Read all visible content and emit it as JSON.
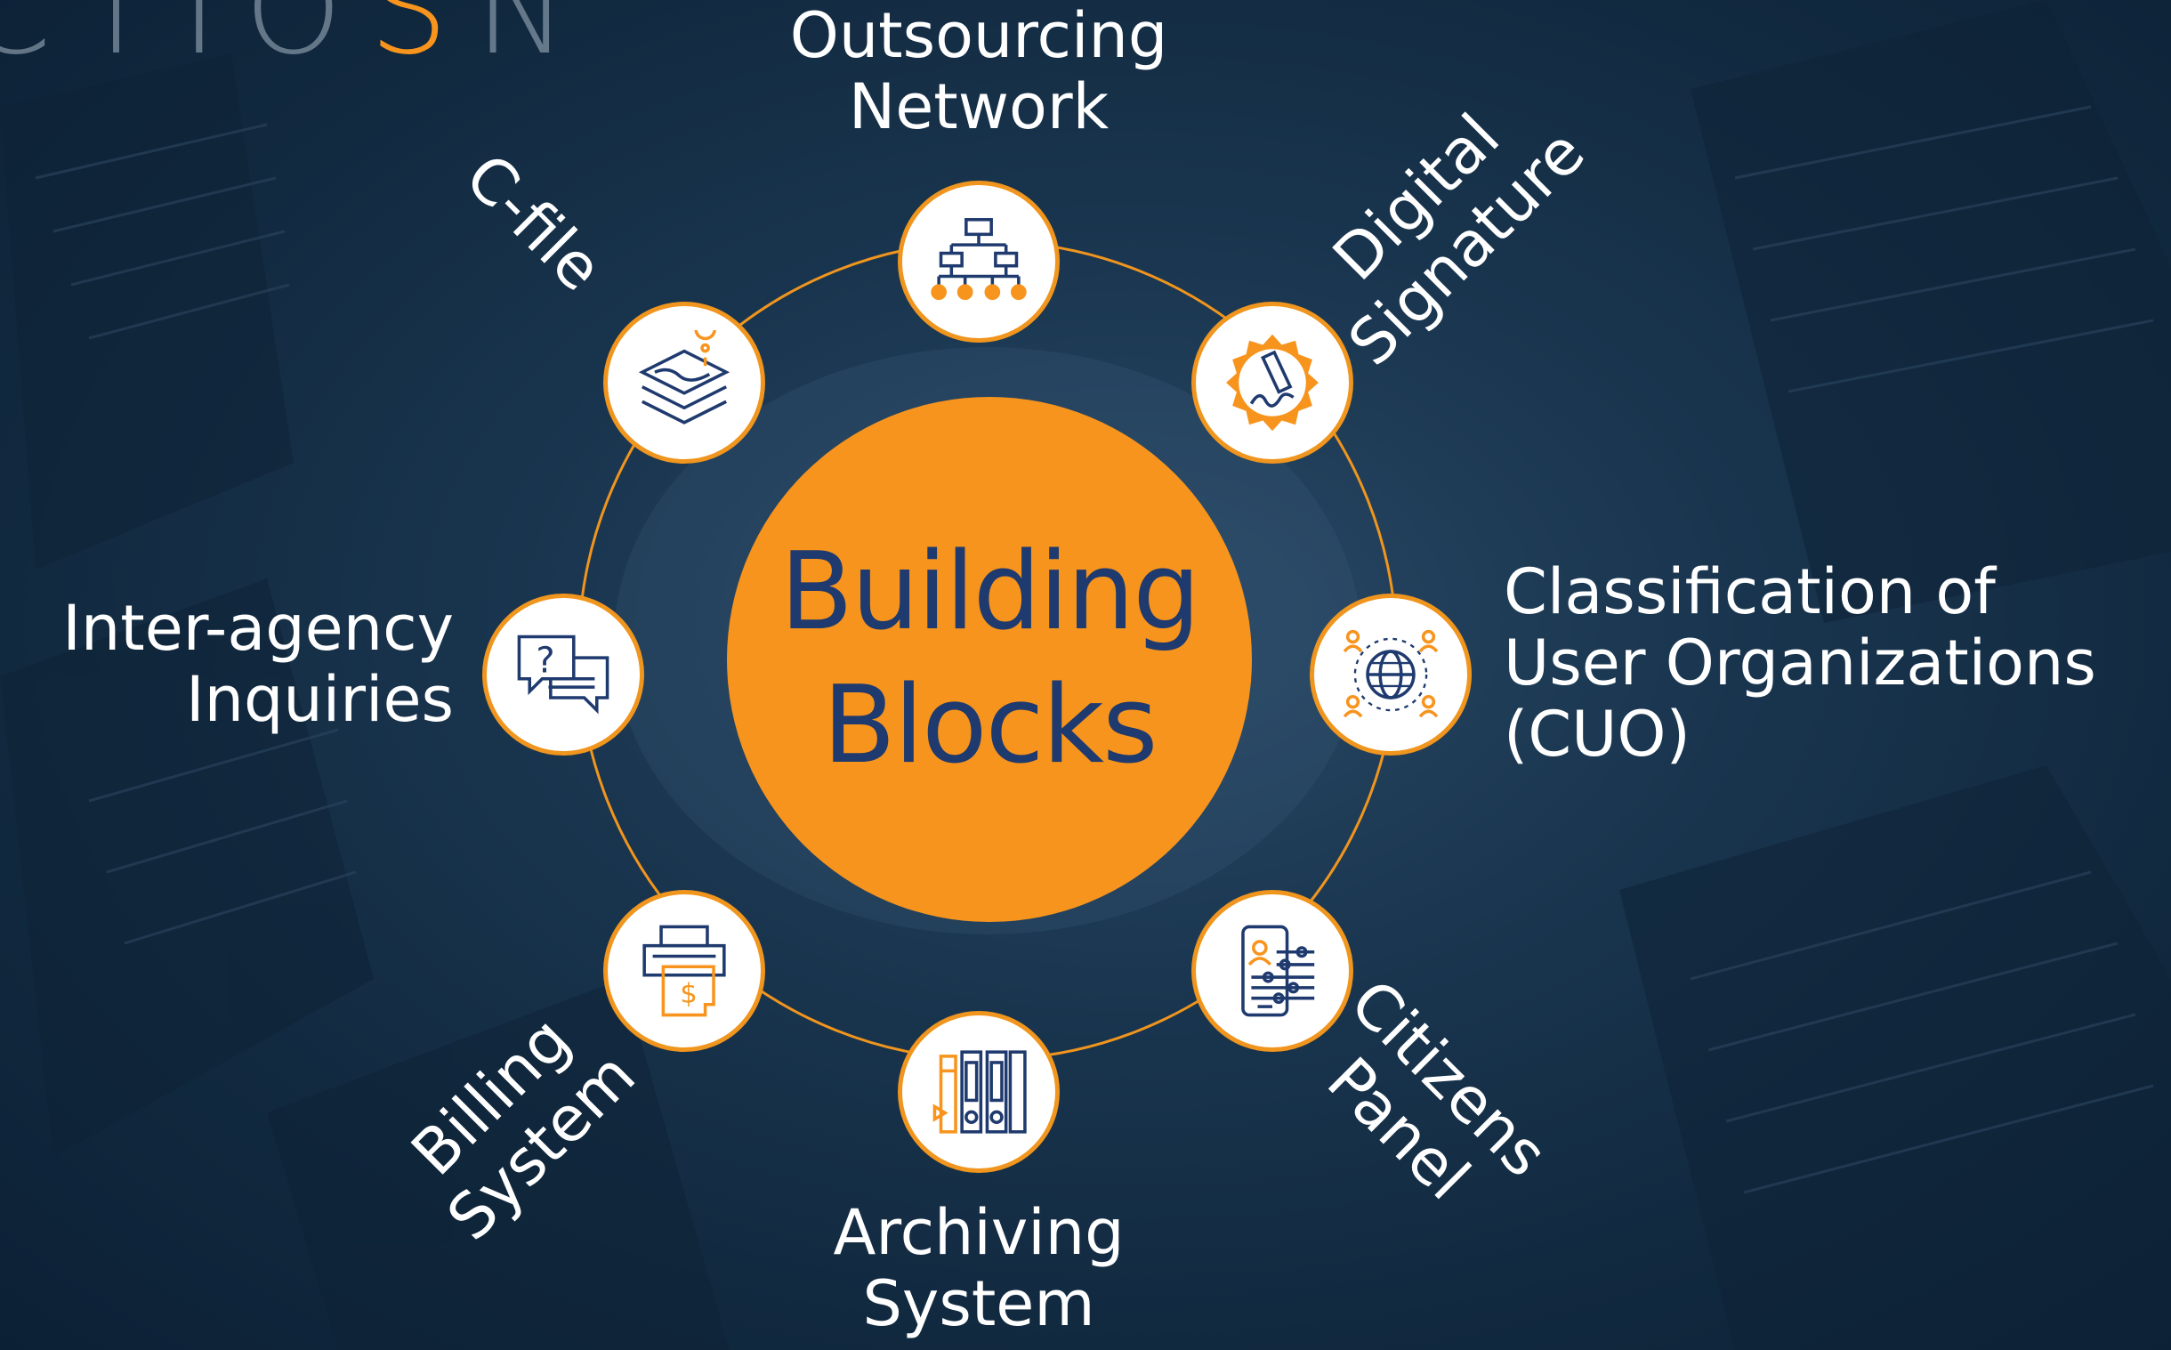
{
  "brand": {
    "text_left": "CTIO",
    "text_accent": "S",
    "text_right": "N"
  },
  "hub": {
    "line1": "Building",
    "line2": "Blocks"
  },
  "colors": {
    "accent": "#f7941d",
    "navy": "#1f3a6e",
    "background": "#12293f"
  },
  "blocks": [
    {
      "id": "outsourcing",
      "icon": "org-chart-icon",
      "line1": "Outsourcing",
      "line2": "Network"
    },
    {
      "id": "digital",
      "icon": "pen-seal-icon",
      "line1": "Digital",
      "line2": "Signature"
    },
    {
      "id": "cuo",
      "icon": "globe-users-icon",
      "line1": "Classification of",
      "line2": "User Organizations",
      "line3": "(CUO)"
    },
    {
      "id": "citizens",
      "icon": "mobile-profile-icon",
      "line1": "Citizens",
      "line2": "Panel"
    },
    {
      "id": "archiving",
      "icon": "binders-icon",
      "line1": "Archiving",
      "line2": "System"
    },
    {
      "id": "billing",
      "icon": "printer-dollar-icon",
      "line1": "Billing",
      "line2": "System"
    },
    {
      "id": "interagency",
      "icon": "chat-question-icon",
      "line1": "Inter-agency",
      "line2": "Inquiries"
    },
    {
      "id": "cfile",
      "icon": "map-layers-icon",
      "line1": "C-file"
    }
  ]
}
